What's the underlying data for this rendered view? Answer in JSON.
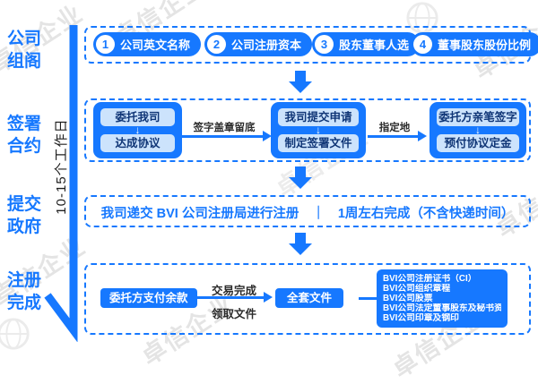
{
  "watermark": {
    "text": "卓信企业"
  },
  "sidebar": {
    "duration": "10-15个工作日",
    "stages": [
      {
        "line1": "公司",
        "line2": "组阁"
      },
      {
        "line1": "签署",
        "line2": "合约"
      },
      {
        "line1": "提交",
        "line2": "政府"
      },
      {
        "line1": "注册",
        "line2": "完成"
      }
    ]
  },
  "prep": {
    "items": [
      {
        "num": "1",
        "label": "公司英文名称"
      },
      {
        "num": "2",
        "label": "公司注册资本"
      },
      {
        "num": "3",
        "label": "股东董事人选"
      },
      {
        "num": "4",
        "label": "董事股东股份比例"
      }
    ]
  },
  "signing": {
    "cards": [
      {
        "top": "委托我司",
        "bottom": "达成协议"
      },
      {
        "top": "我司提交申请",
        "bottom": "制定签署文件"
      },
      {
        "top": "委托方亲笔签字",
        "bottom": "预付协议定金"
      }
    ],
    "down_glyph": "↓",
    "arrow1_label": "签字盖章留底",
    "arrow2_label": "指定地"
  },
  "submission": {
    "text": "我司递交 BVI 公司注册局进行注册　｜　1周左右完成（不含快递时间）"
  },
  "completion": {
    "pay_label": "委托方支付余款",
    "arrow_top_label": "交易完成",
    "arrow_bottom_label": "领取文件",
    "package_label": "全套文件",
    "documents": [
      "BVI公司注册证书（CI）",
      "BVI公司组织章程",
      "BVI公司股票",
      "BVI公司法定董事股东及秘书资料",
      "BVI公司印章及钢印"
    ]
  },
  "colors": {
    "primary": "#1678ff",
    "card_light": "#cce3fc",
    "dark_text": "#0f3576",
    "watermark": "#e4e4e4"
  }
}
